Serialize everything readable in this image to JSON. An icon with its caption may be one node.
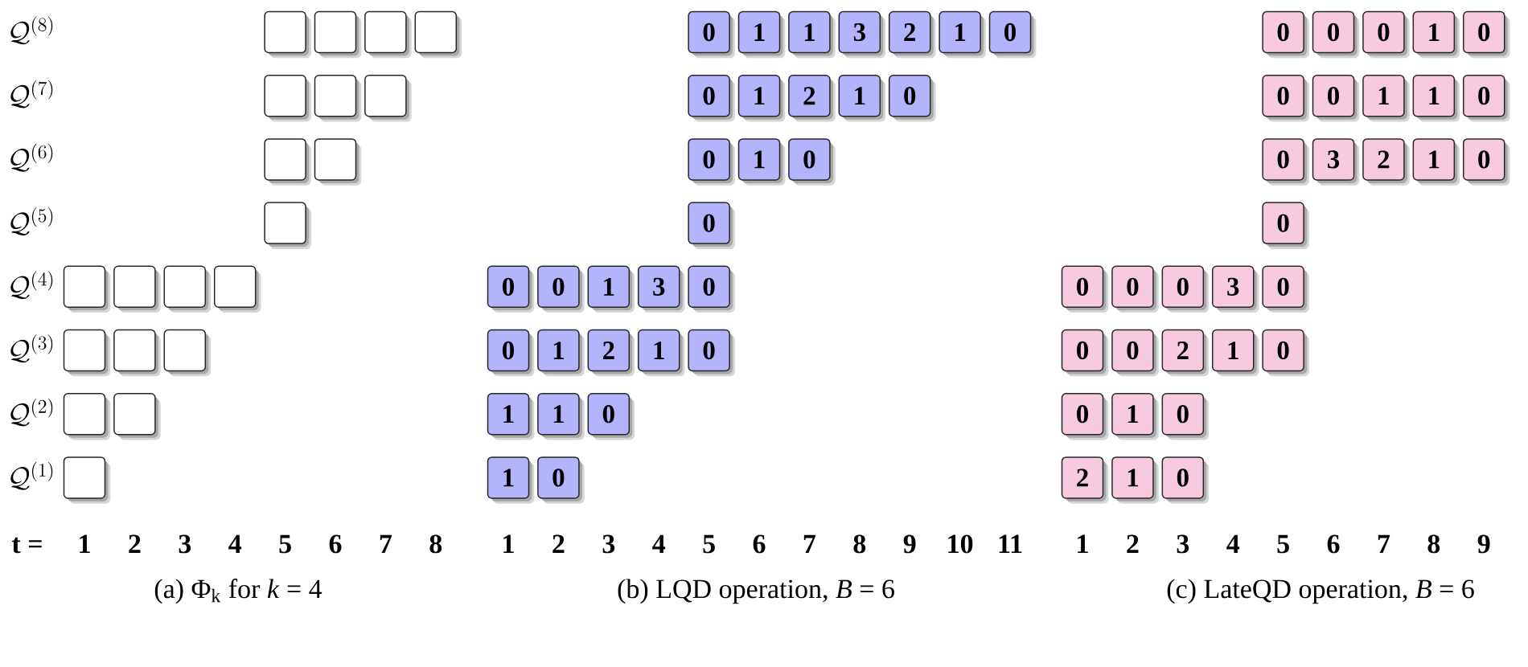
{
  "diagram": {
    "nodes": [
      {
        "text": [],
        "shape": "box"
      },
      {
        "text": [],
        "shape": "box"
      },
      {
        "text": [],
        "shape": "box"
      },
      {
        "text": [],
        "shape": "box"
      },
      {
        "text": [],
        "shape": "box"
      },
      {
        "text": [],
        "shape": "box"
      },
      {
        "text": [],
        "shape": "box"
      },
      {
        "text": [],
        "shape": "box"
      },
      {
        "text": [],
        "shape": "box"
      },
      {
        "text": [],
        "shape": "box"
      },
      {
        "text": [],
        "shape": "box"
      },
      {
        "text": [],
        "shape": "box"
      },
      {
        "text": [],
        "shape": "box"
      },
      {
        "text": [],
        "shape": "box"
      },
      {
        "text": [],
        "shape": "box"
      },
      {
        "text": [],
        "shape": "box"
      },
      {
        "text": [],
        "shape": "box"
      },
      {
        "text": [],
        "shape": "box"
      },
      {
        "text": [],
        "shape": "box"
      },
      {
        "text": [],
        "shape": "box"
      },
      {
        "text": [
          "0"
        ]
      },
      {
        "text": [
          "1"
        ]
      },
      {
        "text": [
          "1"
        ]
      },
      {
        "text": [
          "3"
        ]
      },
      {
        "text": [
          "2"
        ]
      },
      {
        "text": [
          "1"
        ]
      },
      {
        "text": [
          "0"
        ]
      },
      {
        "text": [
          "0"
        ]
      },
      {
        "text": [
          "1"
        ]
      },
      {
        "text": [
          "2"
        ]
      },
      {
        "text": [
          "1"
        ]
      },
      {
        "text": [
          "0"
        ]
      },
      {
        "text": [
          "0"
        ]
      },
      {
        "text": [
          "1"
        ]
      },
      {
        "text": [
          "0"
        ]
      },
      {
        "text": [
          "0"
        ]
      },
      {
        "text": [
          "0"
        ]
      },
      {
        "text": [
          "0"
        ]
      },
      {
        "text": [
          "1"
        ]
      },
      {
        "text": [
          "3"
        ]
      },
      {
        "text": [
          "0"
        ]
      },
      {
        "text": [
          "0"
        ]
      },
      {
        "text": [
          "1"
        ]
      },
      {
        "text": [
          "2"
        ]
      },
      {
        "text": [
          "1"
        ]
      },
      {
        "text": [
          "0"
        ]
      },
      {
        "text": [
          "1"
        ]
      },
      {
        "text": [
          "1"
        ]
      },
      {
        "text": [
          "0"
        ]
      },
      {
        "text": [
          "1"
        ]
      },
      {
        "text": [
          "0"
        ]
      },
      {
        "text": [
          "0"
        ]
      },
      {
        "text": [
          "0"
        ]
      },
      {
        "text": [
          "0"
        ]
      },
      {
        "text": [
          "1"
        ]
      },
      {
        "text": [
          "0"
        ]
      },
      {
        "text": [
          "0"
        ]
      },
      {
        "text": [
          "0"
        ]
      },
      {
        "text": [
          "1"
        ]
      },
      {
        "text": [
          "1"
        ]
      },
      {
        "text": [
          "0"
        ]
      },
      {
        "text": [
          "0"
        ]
      },
      {
        "text": [
          "3"
        ]
      },
      {
        "text": [
          "2"
        ]
      },
      {
        "text": [
          "1"
        ]
      },
      {
        "text": [
          "0"
        ]
      },
      {
        "text": [
          "0"
        ]
      },
      {
        "text": [
          "0"
        ]
      },
      {
        "text": [
          "0"
        ]
      },
      {
        "text": [
          "0"
        ]
      },
      {
        "text": [
          "3"
        ]
      },
      {
        "text": [
          "0"
        ]
      },
      {
        "text": [
          "0"
        ]
      },
      {
        "text": [
          "0"
        ]
      },
      {
        "text": [
          "2"
        ]
      },
      {
        "text": [
          "1"
        ]
      },
      {
        "text": [
          "0"
        ]
      },
      {
        "text": [
          "0"
        ]
      },
      {
        "text": [
          "1"
        ]
      },
      {
        "text": [
          "0"
        ]
      },
      {
        "text": [
          "2"
        ]
      },
      {
        "text": [
          "1"
        ]
      },
      {
        "text": [
          "0"
        ]
      }
    ],
    "labels": [
      "\\mathcal{Q}^{(8)}",
      "\\mathcal{Q}^{(7)}",
      "\\mathcal{Q}^{(6)}",
      "\\mathcal{Q}^{(5)}",
      "\\mathcal{Q}^{(4)}",
      "\\mathcal{Q}^{(3)}",
      "\\mathcal{Q}^{(2)}",
      "\\mathcal{Q}^{(1)}",
      "t =",
      "1",
      "2",
      "3",
      "4",
      "5",
      "6",
      "7",
      "8",
      "1",
      "2",
      "3",
      "4",
      "5",
      "6",
      "7",
      "8",
      "9",
      "10",
      "11",
      "1",
      "2",
      "3",
      "4",
      "5",
      "6",
      "7",
      "8",
      "9",
      "(a) Φ$_{k}$ for *k* = 4",
      "(b) LQD operation, *B* = 6",
      "(c) LateQD operation, *B* = 6"
    ]
  }
}
